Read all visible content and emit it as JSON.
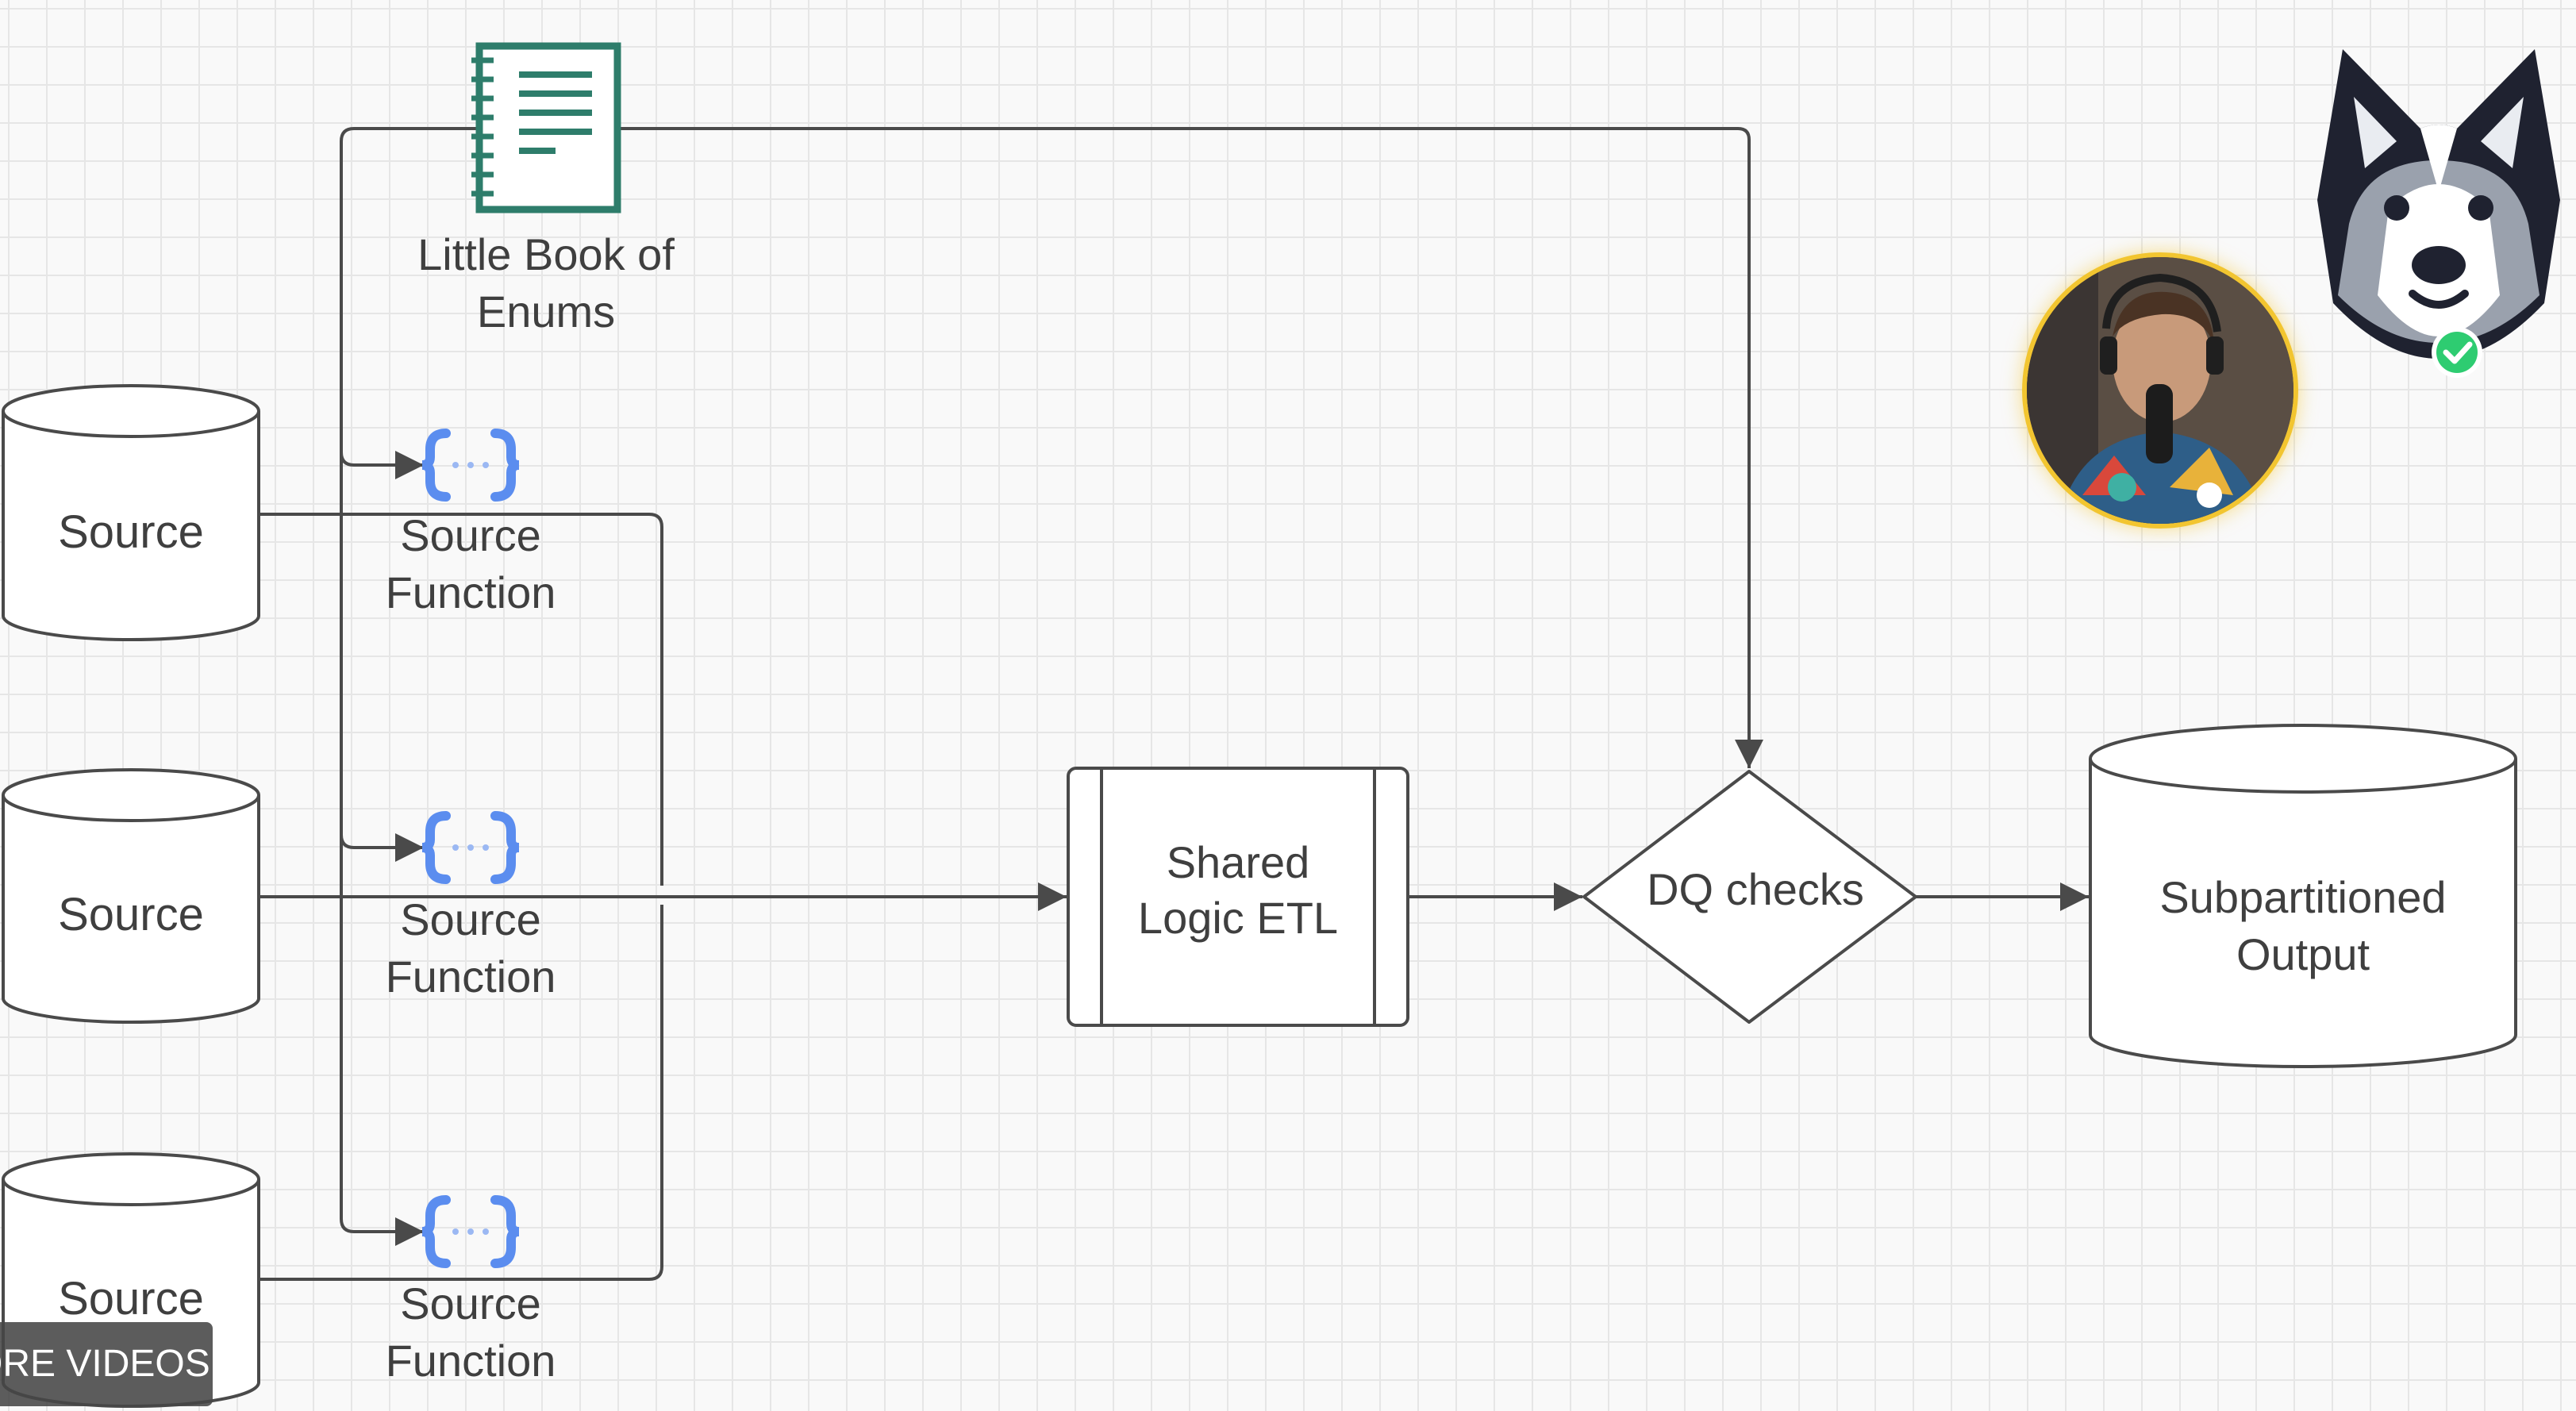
{
  "nodes": {
    "enums_book": {
      "line1": "Little Book of",
      "line2": "Enums"
    },
    "source_1": {
      "label": "Source"
    },
    "source_2": {
      "label": "Source"
    },
    "source_3": {
      "label": "Source"
    },
    "source_function_1": {
      "line1": "Source",
      "line2": "Function"
    },
    "source_function_2": {
      "line1": "Source",
      "line2": "Function"
    },
    "source_function_3": {
      "line1": "Source",
      "line2": "Function"
    },
    "shared_logic_etl": {
      "line1": "Shared",
      "line2": "Logic ETL"
    },
    "dq_checks": {
      "label": "DQ checks"
    },
    "output": {
      "line1": "Subpartitioned",
      "line2": "Output"
    }
  },
  "overlay": {
    "more_videos_label": "ORE VIDEOS",
    "presenter": "presenter-webcam",
    "brand_logo": "husky-logo"
  },
  "colors": {
    "book_icon": "#2e7d6b",
    "function_icon": "#5b8def",
    "connector": "#4a4a4a",
    "webcam_ring": "#f2c530",
    "logo_dark": "#1f2230",
    "logo_check": "#2ecc71"
  },
  "icons": {
    "book": "notebook-icon",
    "function": "cloud-function-icon",
    "check": "check-badge-icon"
  }
}
